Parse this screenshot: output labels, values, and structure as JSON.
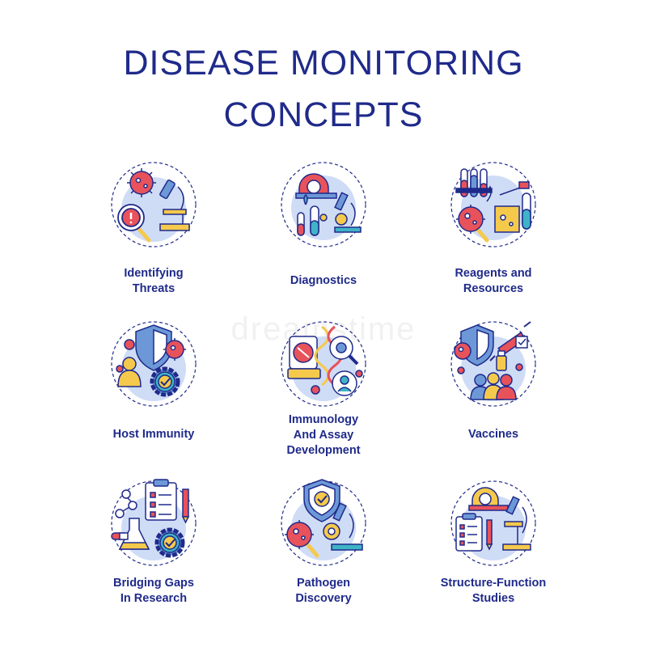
{
  "title": {
    "line1": "DISEASE MONITORING",
    "line2": "CONCEPTS"
  },
  "watermark": "dreamstime",
  "colors": {
    "navy": "#1f2a8a",
    "red": "#e8525b",
    "blue_bg": "#cfdcf6",
    "mid_blue": "#6d98d8",
    "yellow": "#f5c94c",
    "teal": "#3fb3c7"
  },
  "items": [
    {
      "label_lines": [
        "Identifying",
        "Threats"
      ],
      "icon": "virus-magnifier-microscope-icon"
    },
    {
      "label_lines": [
        "Diagnostics"
      ],
      "icon": "mri-scanner-test-tubes-icon"
    },
    {
      "label_lines": [
        "Reagents and",
        "Resources"
      ],
      "icon": "test-tubes-flask-virus-icon"
    },
    {
      "label_lines": [
        "Host Immunity"
      ],
      "icon": "shield-person-gear-icon"
    },
    {
      "label_lines": [
        "Immunology",
        "And Assay",
        "Development"
      ],
      "icon": "dna-eye-petri-dish-icon"
    },
    {
      "label_lines": [
        "Vaccines"
      ],
      "icon": "syringe-vial-shield-people-icon"
    },
    {
      "label_lines": [
        "Bridging Gaps",
        "In Research"
      ],
      "icon": "clipboard-flask-gear-icon"
    },
    {
      "label_lines": [
        "Pathogen",
        "Discovery"
      ],
      "icon": "shield-virus-microscope-icon"
    },
    {
      "label_lines": [
        "Structure-Function",
        "Studies"
      ],
      "icon": "scanner-clipboard-microscope-icon"
    }
  ]
}
